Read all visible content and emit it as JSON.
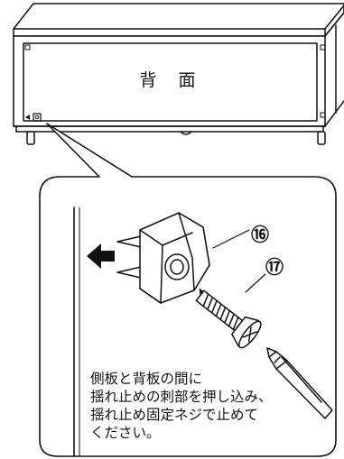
{
  "diagram": {
    "panel_label": "背 面",
    "part_numbers": [
      "⑯",
      "⑰"
    ],
    "instructions": [
      "側板と背板の間に",
      "揺れ止めの刺部を押し込み、",
      "揺れ止め固定ネジで止めて",
      "ください。"
    ]
  }
}
